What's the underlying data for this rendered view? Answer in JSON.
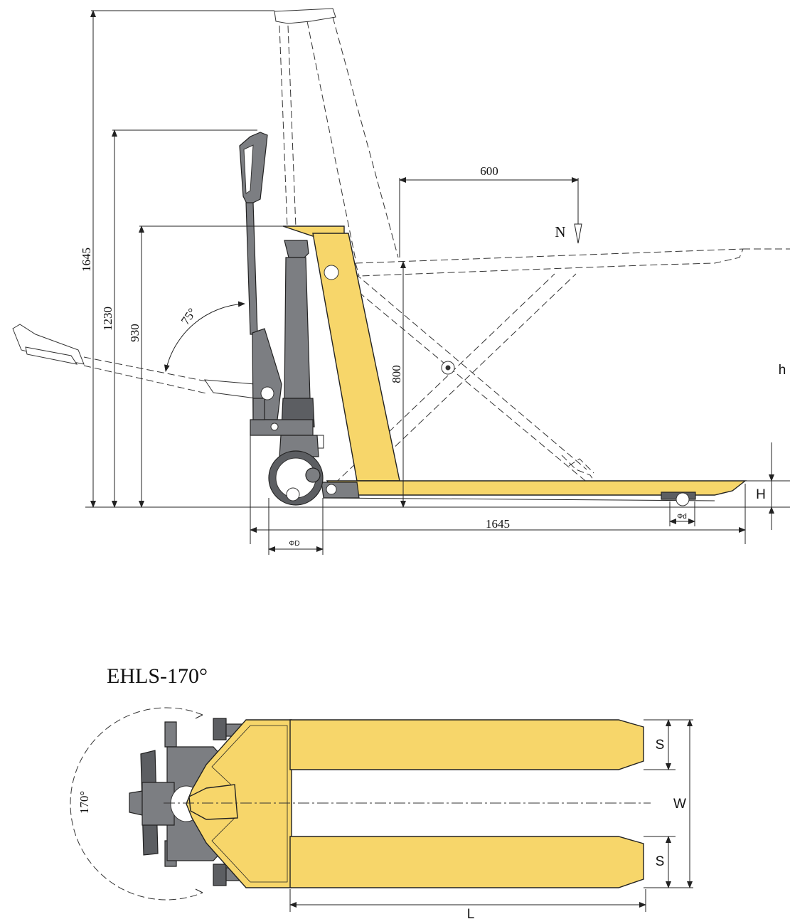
{
  "side_view": {
    "overall_height": "1645",
    "handle_height": "1230",
    "tiller_height": "930",
    "handle_angle": "75°",
    "max_lift_length": "600",
    "load_symbol": "N",
    "fork_lift_height": "800",
    "lift_height_symbol": "h",
    "lowered_height_symbol": "H",
    "overall_length": "1645",
    "drive_wheel_diameter": "ΦD",
    "load_wheel_diameter": "Φd"
  },
  "top_view": {
    "model_title": "EHLS-170°",
    "steering_angle": "170°",
    "fork_width_symbol_upper": "S",
    "fork_width_symbol_lower": "S",
    "overall_width_symbol": "W",
    "fork_length_symbol": "L"
  },
  "colors": {
    "frame_yellow": "#f7d66a",
    "pump_gray": "#7c7e82",
    "line": "#222222"
  }
}
